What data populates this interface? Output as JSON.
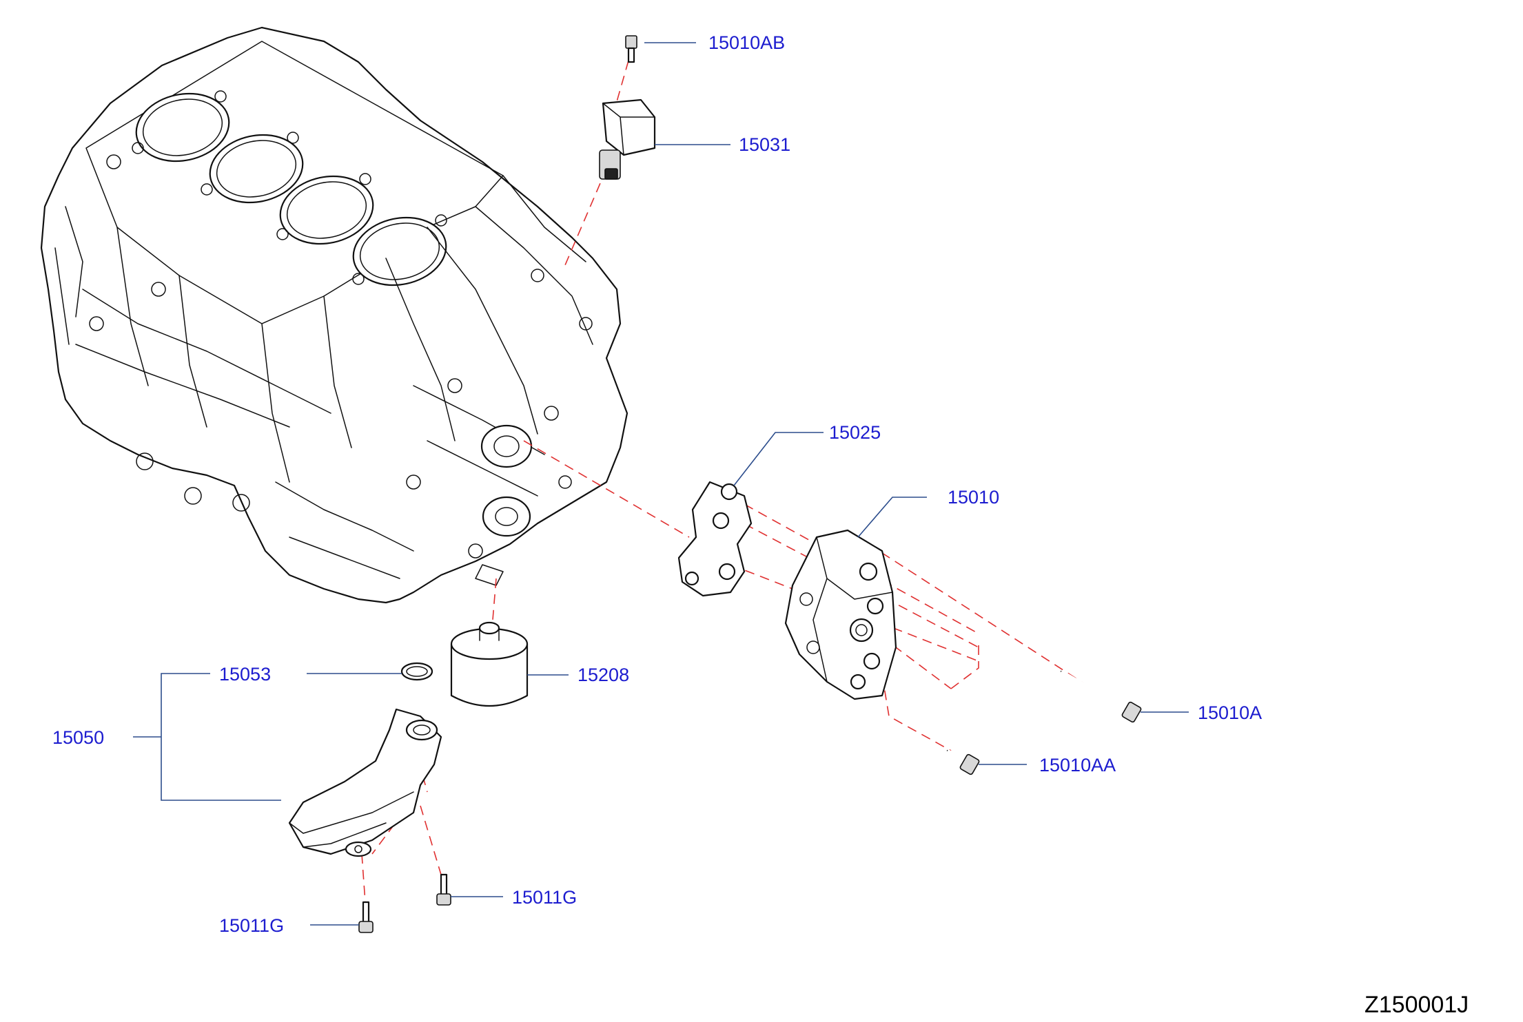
{
  "labels": {
    "p15010AB": "15010AB",
    "p15031": "15031",
    "p15025": "15025",
    "p15010": "15010",
    "p15053": "15053",
    "p15208": "15208",
    "p15050": "15050",
    "p15010A": "15010A",
    "p15010AA": "15010AA",
    "p15011G_right": "15011G",
    "p15011G_left": "15011G"
  },
  "diagram_id": "Z150001J",
  "colors": {
    "label_text": "#1c1ccf",
    "leader_line": "#2b4c8c",
    "dashed_line": "#e03030",
    "line_art": "#111111",
    "background": "#ffffff"
  }
}
